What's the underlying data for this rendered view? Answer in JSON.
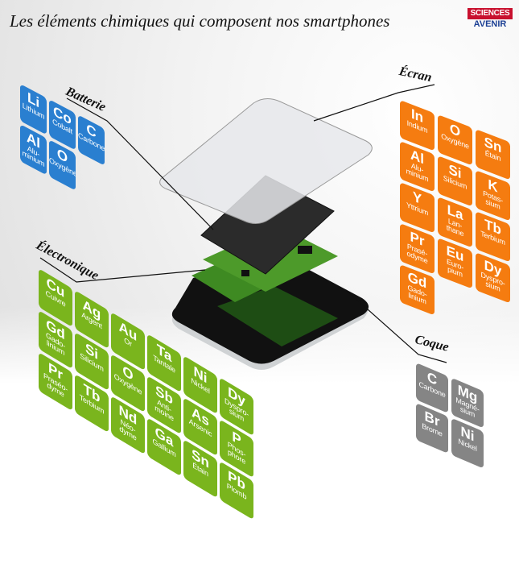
{
  "title": "Les éléments chimiques qui composent nos smartphones",
  "logo": {
    "line1": "SCIENCES",
    "line2": "AVENIR"
  },
  "groups": {
    "batterie": {
      "label": "Batterie",
      "color": "#2a7fd0",
      "columns": [
        [
          {
            "symbol": "Li",
            "name": "Lithium"
          },
          {
            "symbol": "Al",
            "name": "Alu-\nminium"
          }
        ],
        [
          {
            "symbol": "Co",
            "name": "Cobalt"
          },
          {
            "symbol": "O",
            "name": "Oxygène"
          }
        ],
        [
          {
            "symbol": "C",
            "name": "Carbone"
          }
        ]
      ]
    },
    "ecran": {
      "label": "Écran",
      "color": "#f57c10",
      "columns": [
        [
          {
            "symbol": "In",
            "name": "Indium"
          },
          {
            "symbol": "Al",
            "name": "Alu-\nminium"
          },
          {
            "symbol": "Y",
            "name": "Yttrium"
          },
          {
            "symbol": "Pr",
            "name": "Prasé-\nodyme"
          },
          {
            "symbol": "Gd",
            "name": "Gado-\nlinium"
          }
        ],
        [
          {
            "symbol": "O",
            "name": "Oxygène"
          },
          {
            "symbol": "Si",
            "name": "Silicium"
          },
          {
            "symbol": "La",
            "name": "Lan-\nthane"
          },
          {
            "symbol": "Eu",
            "name": "Euro-\npium"
          }
        ],
        [
          {
            "symbol": "Sn",
            "name": "Étain"
          },
          {
            "symbol": "K",
            "name": "Potas-\nsium"
          },
          {
            "symbol": "Tb",
            "name": "Terbium"
          },
          {
            "symbol": "Dy",
            "name": "Dyspro-\nsium"
          }
        ]
      ]
    },
    "electronique": {
      "label": "Électronique",
      "color": "#7ab51d",
      "columns": [
        [
          {
            "symbol": "Cu",
            "name": "Cuivre"
          },
          {
            "symbol": "Gd",
            "name": "Gado-\nlinium"
          },
          {
            "symbol": "Pr",
            "name": "Praséo-\ndyme"
          }
        ],
        [
          {
            "symbol": "Ag",
            "name": "Argent"
          },
          {
            "symbol": "Si",
            "name": "Silicium"
          },
          {
            "symbol": "Tb",
            "name": "Terbium"
          }
        ],
        [
          {
            "symbol": "Au",
            "name": "Or"
          },
          {
            "symbol": "O",
            "name": "Oxygène"
          },
          {
            "symbol": "Nd",
            "name": "Néo-\ndyme"
          }
        ],
        [
          {
            "symbol": "Ta",
            "name": "Tantale"
          },
          {
            "symbol": "Sb",
            "name": "Anti-\nmoine"
          },
          {
            "symbol": "Ga",
            "name": "Gallium"
          }
        ],
        [
          {
            "symbol": "Ni",
            "name": "Nickel"
          },
          {
            "symbol": "As",
            "name": "Arsenic"
          },
          {
            "symbol": "Sn",
            "name": "Étain"
          }
        ],
        [
          {
            "symbol": "Dy",
            "name": "Dyspro-\nsium"
          },
          {
            "symbol": "P",
            "name": "Phos-\nphore"
          },
          {
            "symbol": "Pb",
            "name": "Plomb"
          }
        ]
      ]
    },
    "coque": {
      "label": "Coque",
      "color": "#858585",
      "columns": [
        [
          {
            "symbol": "C",
            "name": "Carbone"
          },
          {
            "symbol": "Br",
            "name": "Brome"
          }
        ],
        [
          {
            "symbol": "Mg",
            "name": "Magné-\nsium"
          },
          {
            "symbol": "Ni",
            "name": "Nickel"
          }
        ]
      ]
    }
  }
}
